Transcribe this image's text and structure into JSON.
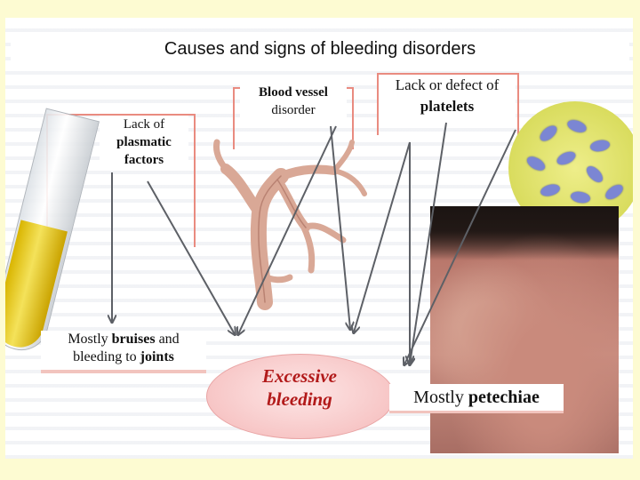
{
  "title": "Causes and signs of bleeding disorders",
  "causes": {
    "plasmatic": {
      "line1": "Lack of",
      "line2": "plasmatic",
      "line3": "factors"
    },
    "vessel": {
      "line1": "Blood vessel",
      "line2": "disorder"
    },
    "platelets": {
      "line1": "Lack or defect of",
      "line2": "platelets"
    }
  },
  "signs": {
    "bruises": {
      "prefix": "Mostly ",
      "bold1": "bruises",
      "middle": " and",
      "line2_prefix": "bleeding to ",
      "bold2": "joints"
    },
    "petechiae": {
      "prefix": "Mostly ",
      "bold": "petechiae"
    }
  },
  "center": {
    "line1": "Excessive",
    "line2": "bleeding"
  },
  "colors": {
    "arrow": "#5d6066",
    "frame": "#e98b80",
    "excessive": "#b21a1a"
  }
}
